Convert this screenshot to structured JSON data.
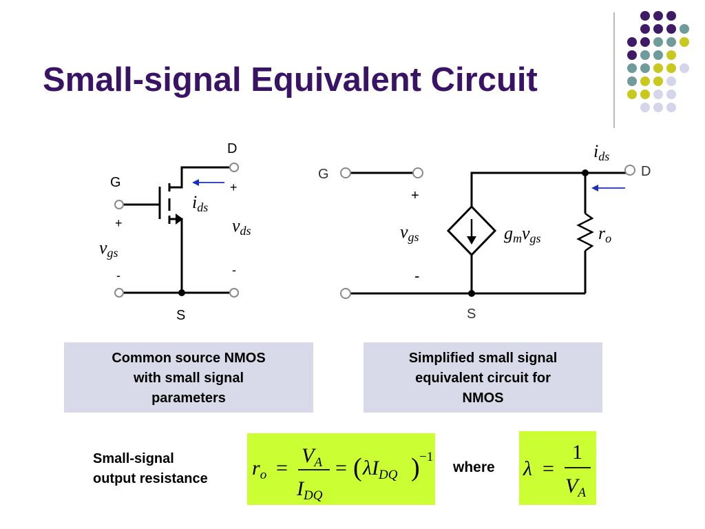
{
  "slide": {
    "title": "Small-signal Equivalent Circuit",
    "accent_color": "#3a1464",
    "dot_colors": {
      "purple": "#3f1a66",
      "teal": "#6f9b9b",
      "yellow": "#c8c81e",
      "lavender": "#d4d4ea"
    }
  },
  "left_circuit": {
    "terminal_drain": "D",
    "terminal_gate": "G",
    "terminal_source": "S",
    "plus_gate": "+",
    "minus_gate": "-",
    "plus_drain": "+",
    "minus_drain": "-",
    "current_main": "i",
    "current_sub": "ds",
    "vds_main": "v",
    "vds_sub": "ds",
    "vgs_main": "v",
    "vgs_sub": "gs"
  },
  "right_circuit": {
    "terminal_gate": "G",
    "terminal_drain": "D",
    "terminal_source": "S",
    "plus": "+",
    "minus": "-",
    "vgs_main": "v",
    "vgs_sub": "gs",
    "gm_main": "g",
    "gm_sub": "m",
    "gm_v": "v",
    "gm_vsub": "gs",
    "ro_main": "r",
    "ro_sub": "o",
    "ids_main": "i",
    "ids_sub": "ds"
  },
  "captions": {
    "left": [
      "Common source NMOS",
      "with small signal",
      "parameters"
    ],
    "right": [
      "Simplified small signal",
      "equivalent circuit for",
      "NMOS"
    ]
  },
  "formula_section": {
    "label_line1": "Small-signal",
    "label_line2": "output resistance",
    "where": "where",
    "ro_r": "r",
    "ro_o": "o",
    "eq": "=",
    "va_v": "V",
    "va_a": "A",
    "id_i": "I",
    "id_dq": "DQ",
    "lambda": "λ",
    "exp": "−1",
    "one": "1",
    "lp": "(",
    "rp": ")",
    "eq_box_color": "#ccff33",
    "caption_box_color": "#d9dae9"
  }
}
